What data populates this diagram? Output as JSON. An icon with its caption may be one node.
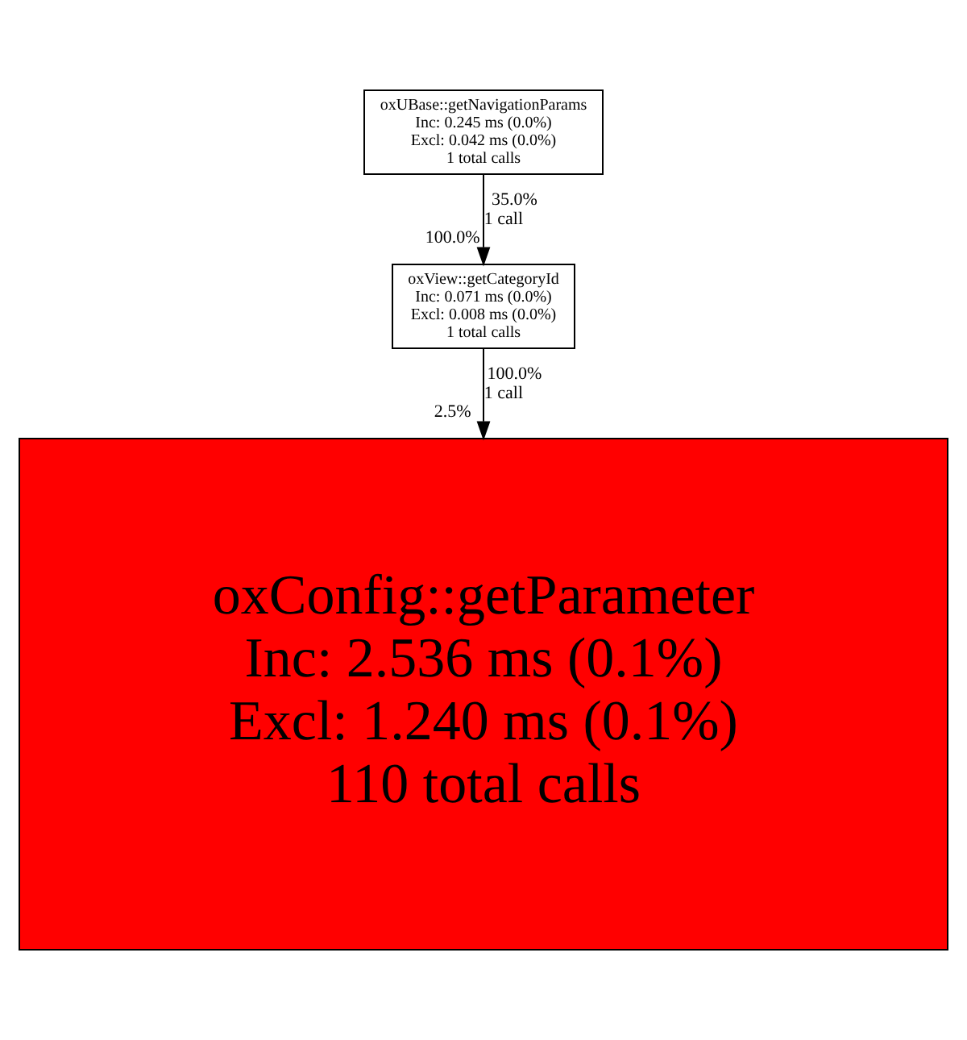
{
  "diagram": {
    "nodes": [
      {
        "text": [
          "oxUBase::getNavigationParams",
          "Inc: 0.245 ms (0.0%)",
          "Excl: 0.042 ms (0.0%)",
          "1 total calls"
        ]
      },
      {
        "text": [
          "oxView::getCategoryId",
          "Inc: 0.071 ms (0.0%)",
          "Excl: 0.008 ms (0.0%)",
          "1 total calls"
        ]
      },
      {
        "text": [
          "oxConfig::getParameter",
          "Inc: 2.536 ms (0.1%)",
          "Excl: 1.240 ms (0.1%)",
          "110 total calls"
        ]
      }
    ],
    "edges": [
      {
        "from": 0,
        "to": 1,
        "arrow": "to",
        "label": "1 call"
      },
      {
        "from": 1,
        "to": 2,
        "arrow": "to",
        "label": "1 call"
      }
    ],
    "labels": [
      "35.0%",
      "100.0%",
      "100.0%",
      "2.5%"
    ]
  }
}
